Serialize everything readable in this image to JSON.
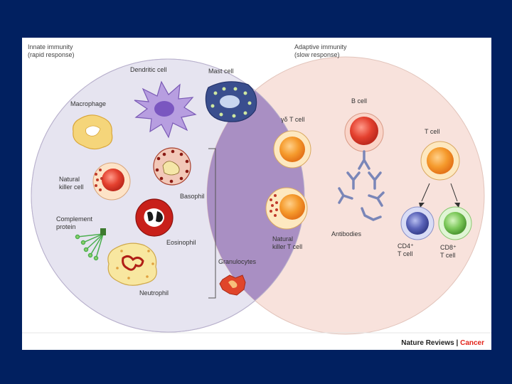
{
  "headers": {
    "innate_line1": "Innate immunity",
    "innate_line2": "(rapid response)",
    "adaptive_line1": "Adaptive immunity",
    "adaptive_line2": "(slow response)"
  },
  "labels": {
    "dendritic": "Dendritic cell",
    "mast": "Mast cell",
    "macrophage": "Macrophage",
    "nk_line1": "Natural",
    "nk_line2": "killer cell",
    "basophil": "Basophil",
    "complement_line1": "Complement",
    "complement_line2": "protein",
    "eosinophil": "Eosinophil",
    "neutrophil": "Neutrophil",
    "granulocytes": "Granulocytes",
    "gd_t": "γδ T cell",
    "nkt_line1": "Natural",
    "nkt_line2": "killer T cell",
    "b_cell": "B cell",
    "antibodies": "Antibodies",
    "t_cell": "T cell",
    "cd4_line1": "CD4⁺",
    "cd4_line2": "T cell",
    "cd8_line1": "CD8⁺",
    "cd8_line2": "T cell"
  },
  "footer": {
    "brand": "Nature Reviews",
    "separator": " | ",
    "journal": "Cancer"
  },
  "colors": {
    "background": "#012060",
    "innate_fill": "#e6e4f0",
    "adaptive_fill": "#f8e2dc",
    "overlap_fill": "#a98fc3",
    "cancer_red": "#e2231a"
  }
}
